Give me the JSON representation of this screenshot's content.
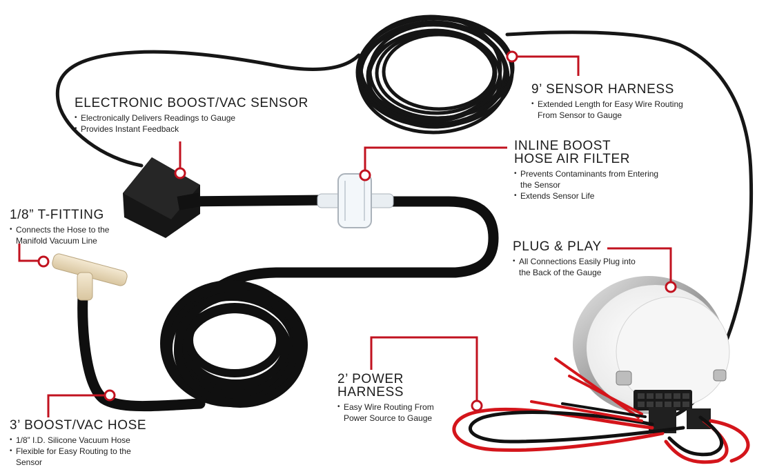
{
  "accent_color": "#c1121f",
  "callouts": {
    "sensor": {
      "title": "ELECTRONIC BOOST/VAC SENSOR",
      "bullets": [
        "Electronically Delivers Readings to Gauge",
        "Provides Instant Feedback"
      ]
    },
    "sensor_harness": {
      "title": "9’ SENSOR HARNESS",
      "bullets": [
        "Extended Length for Easy Wire Routing From Sensor to Gauge"
      ]
    },
    "filter": {
      "title_lines": [
        "INLINE BOOST",
        "HOSE AIR FILTER"
      ],
      "bullets": [
        "Prevents Contaminants from Entering the Sensor",
        "Extends Sensor Life"
      ]
    },
    "tfitting": {
      "title": "1/8” T-FITTING",
      "bullets": [
        "Connects the Hose to the Manifold Vacuum Line"
      ]
    },
    "plug": {
      "title": "PLUG & PLAY",
      "bullets": [
        "All Connections Easily Plug into the Back of the Gauge"
      ]
    },
    "power": {
      "title_lines": [
        "2’ POWER",
        "HARNESS"
      ],
      "bullets": [
        "Easy Wire Routing From Power Source to Gauge"
      ]
    },
    "hose": {
      "title": "3’ BOOST/VAC HOSE",
      "bullets": [
        "1/8” I.D. Silicone Vacuum Hose",
        "Flexible for Easy Routing to the Sensor"
      ]
    }
  }
}
